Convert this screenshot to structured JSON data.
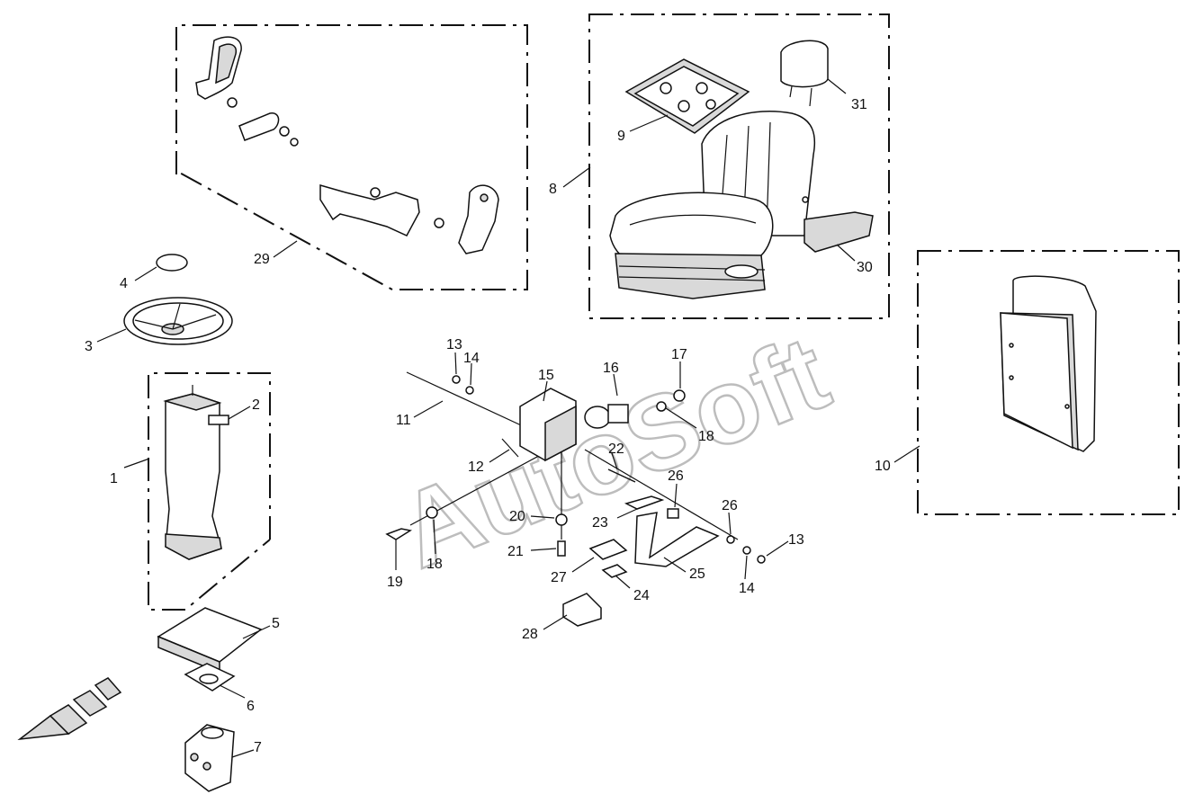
{
  "watermark": "AutoSoft",
  "labels": {
    "p1": "1",
    "p2": "2",
    "p3": "3",
    "p4": "4",
    "p5": "5",
    "p6": "6",
    "p7": "7",
    "p8": "8",
    "p9": "9",
    "p10": "10",
    "p11": "11",
    "p12": "12",
    "p13a": "13",
    "p13b": "13",
    "p14a": "14",
    "p14b": "14",
    "p15": "15",
    "p16": "16",
    "p17": "17",
    "p18a": "18",
    "p18b": "18",
    "p19": "19",
    "p20": "20",
    "p21": "21",
    "p22": "22",
    "p23": "23",
    "p24": "24",
    "p25": "25",
    "p26a": "26",
    "p26b": "26",
    "p27": "27",
    "p28": "28",
    "p29": "29",
    "p30": "30",
    "p31": "31"
  }
}
